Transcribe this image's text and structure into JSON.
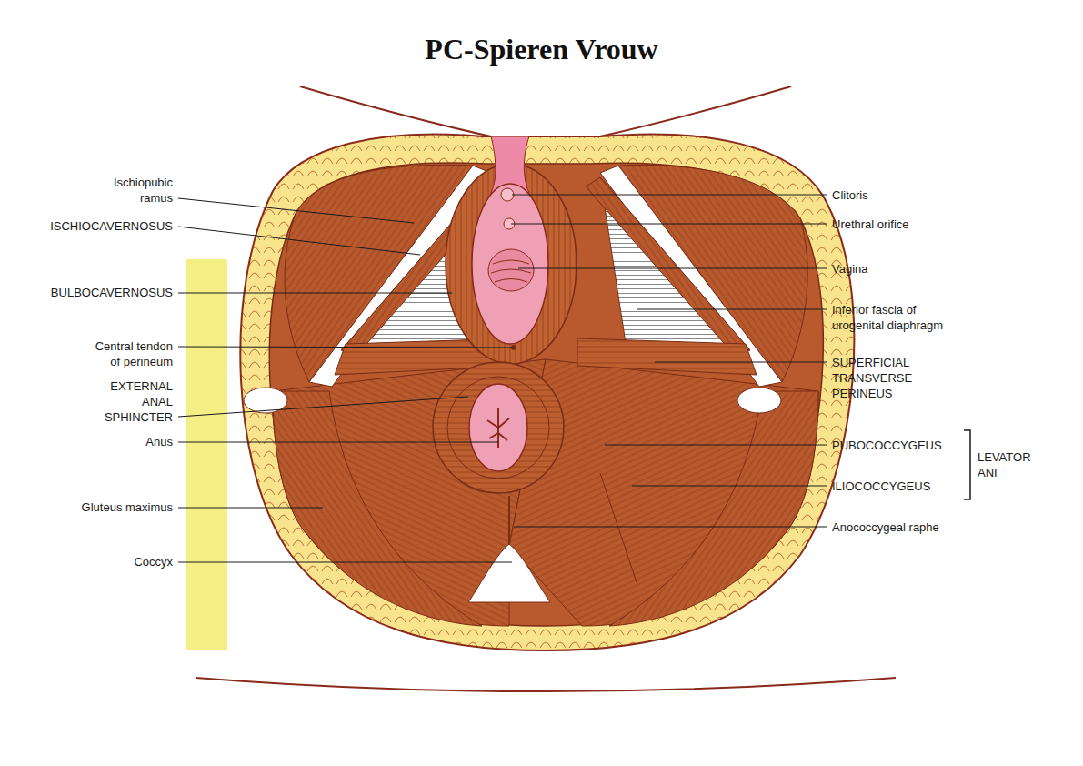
{
  "diagram": {
    "title": "PC-Spieren Vrouw",
    "labels": [
      "Ischiopubic ramus",
      "Clitoris",
      "ISCHIOCAVERNOSUS",
      "Urethral orifice",
      "Vagina",
      "BULBOCAVERNOSUS",
      "Inferior fascia of urogenital diaphragm",
      "Central tendon of perineum",
      "SUPERFICIAL TRANSVERSE PERINEUS",
      "EXTERNAL ANAL SPHINCTER",
      "Anus",
      "PUBOCOCCYGEUS",
      "LEVATOR ANI",
      "ILIOCOCCYGEUS",
      "Gluteus maximus",
      "Anococcygeal raphe",
      "Coccyx"
    ]
  }
}
